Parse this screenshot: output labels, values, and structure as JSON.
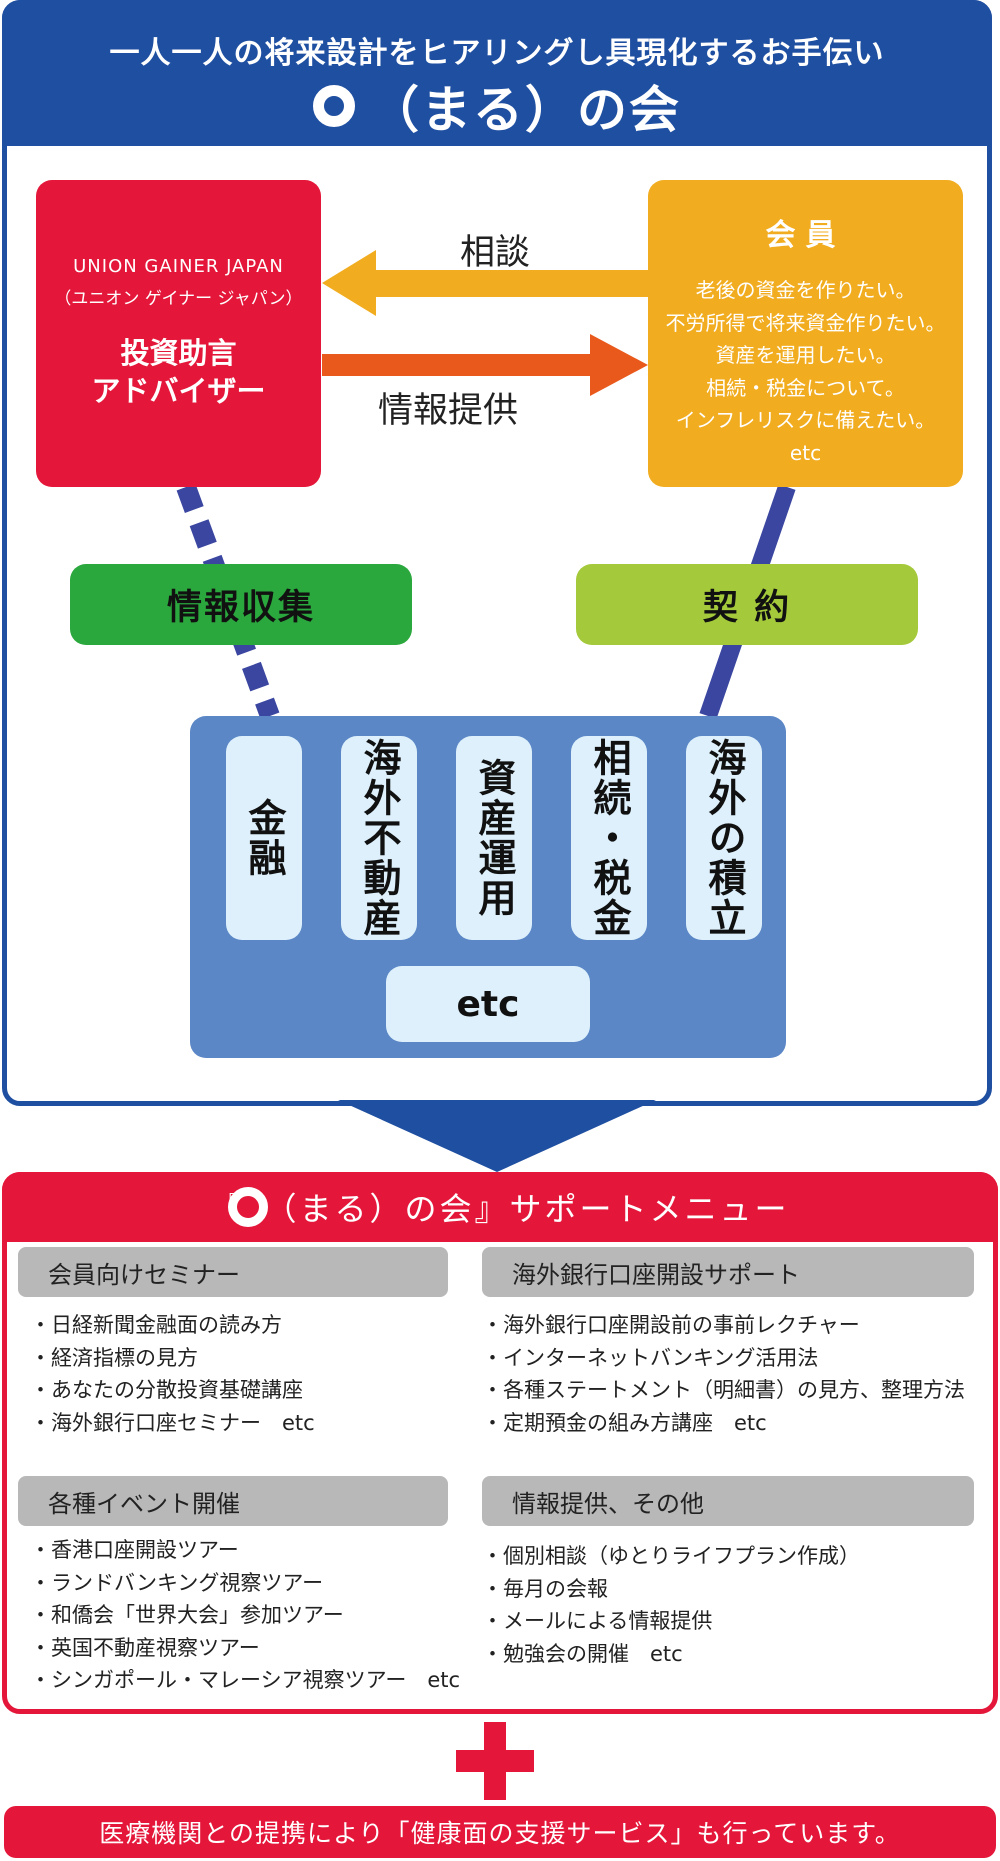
{
  "header": {
    "subtitle": "一人一人の将来設計をヒアリングし具現化するお手伝い",
    "title": "（まる）の会"
  },
  "advisor": {
    "name_en": "UNION GAINER JAPAN",
    "name_kana": "（ユニオン ゲイナー ジャパン）",
    "role": "投資助言\nアドバイザー"
  },
  "member": {
    "title": "会員",
    "wishes": [
      "老後の資金を作りたい。",
      "不労所得で将来資金作りたい。",
      "資産を運用したい。",
      "相続・税金について。",
      "インフレリスクに備えたい。",
      "etc"
    ]
  },
  "arrows": {
    "consult_label": "相談",
    "info_label": "情報提供"
  },
  "links": {
    "info_collect": "情報収集",
    "contract": "契 約"
  },
  "services": {
    "items": [
      "金融",
      "海外不動産",
      "資産運用",
      "相続・税金",
      "海外の積立"
    ],
    "etc": "etc"
  },
  "support": {
    "title": "『　（まる）の会』サポートメニュー",
    "categories": [
      {
        "title": "会員向けセミナー",
        "items": [
          "日経新聞金融面の読み方",
          "経済指標の見方",
          "あなたの分散投資基礎講座",
          "海外銀行口座セミナー　etc"
        ]
      },
      {
        "title": "海外銀行口座開設サポート",
        "items": [
          "海外銀行口座開設前の事前レクチャー",
          "インターネットバンキング活用法",
          "各種ステートメント（明細書）の見方、整理方法",
          "定期預金の組み方講座　etc"
        ]
      },
      {
        "title": "各種イベント開催",
        "items": [
          "香港口座開設ツアー",
          "ランドバンキング視察ツアー",
          "和僑会「世界大会」参加ツアー",
          "英国不動産視察ツアー",
          "シンガポール・マレーシア視察ツアー　etc"
        ]
      },
      {
        "title": "情報提供、その他",
        "items": [
          "個別相談（ゆとりライフプラン作成）",
          "毎月の会報",
          "メールによる情報提供",
          "勉強会の開催　etc"
        ]
      }
    ]
  },
  "footer": {
    "text": "医療機関との提携により「健康面の支援サービス」も行っています。"
  },
  "colors": {
    "blue": "#1f4fa1",
    "red": "#e4173a",
    "orange": "#f1ac1f",
    "arrow_orange": "#e9591c",
    "green": "#2aa83d",
    "light_green": "#a4c93a",
    "service_blue": "#5b87c6",
    "service_tile": "#ddf0fb"
  }
}
